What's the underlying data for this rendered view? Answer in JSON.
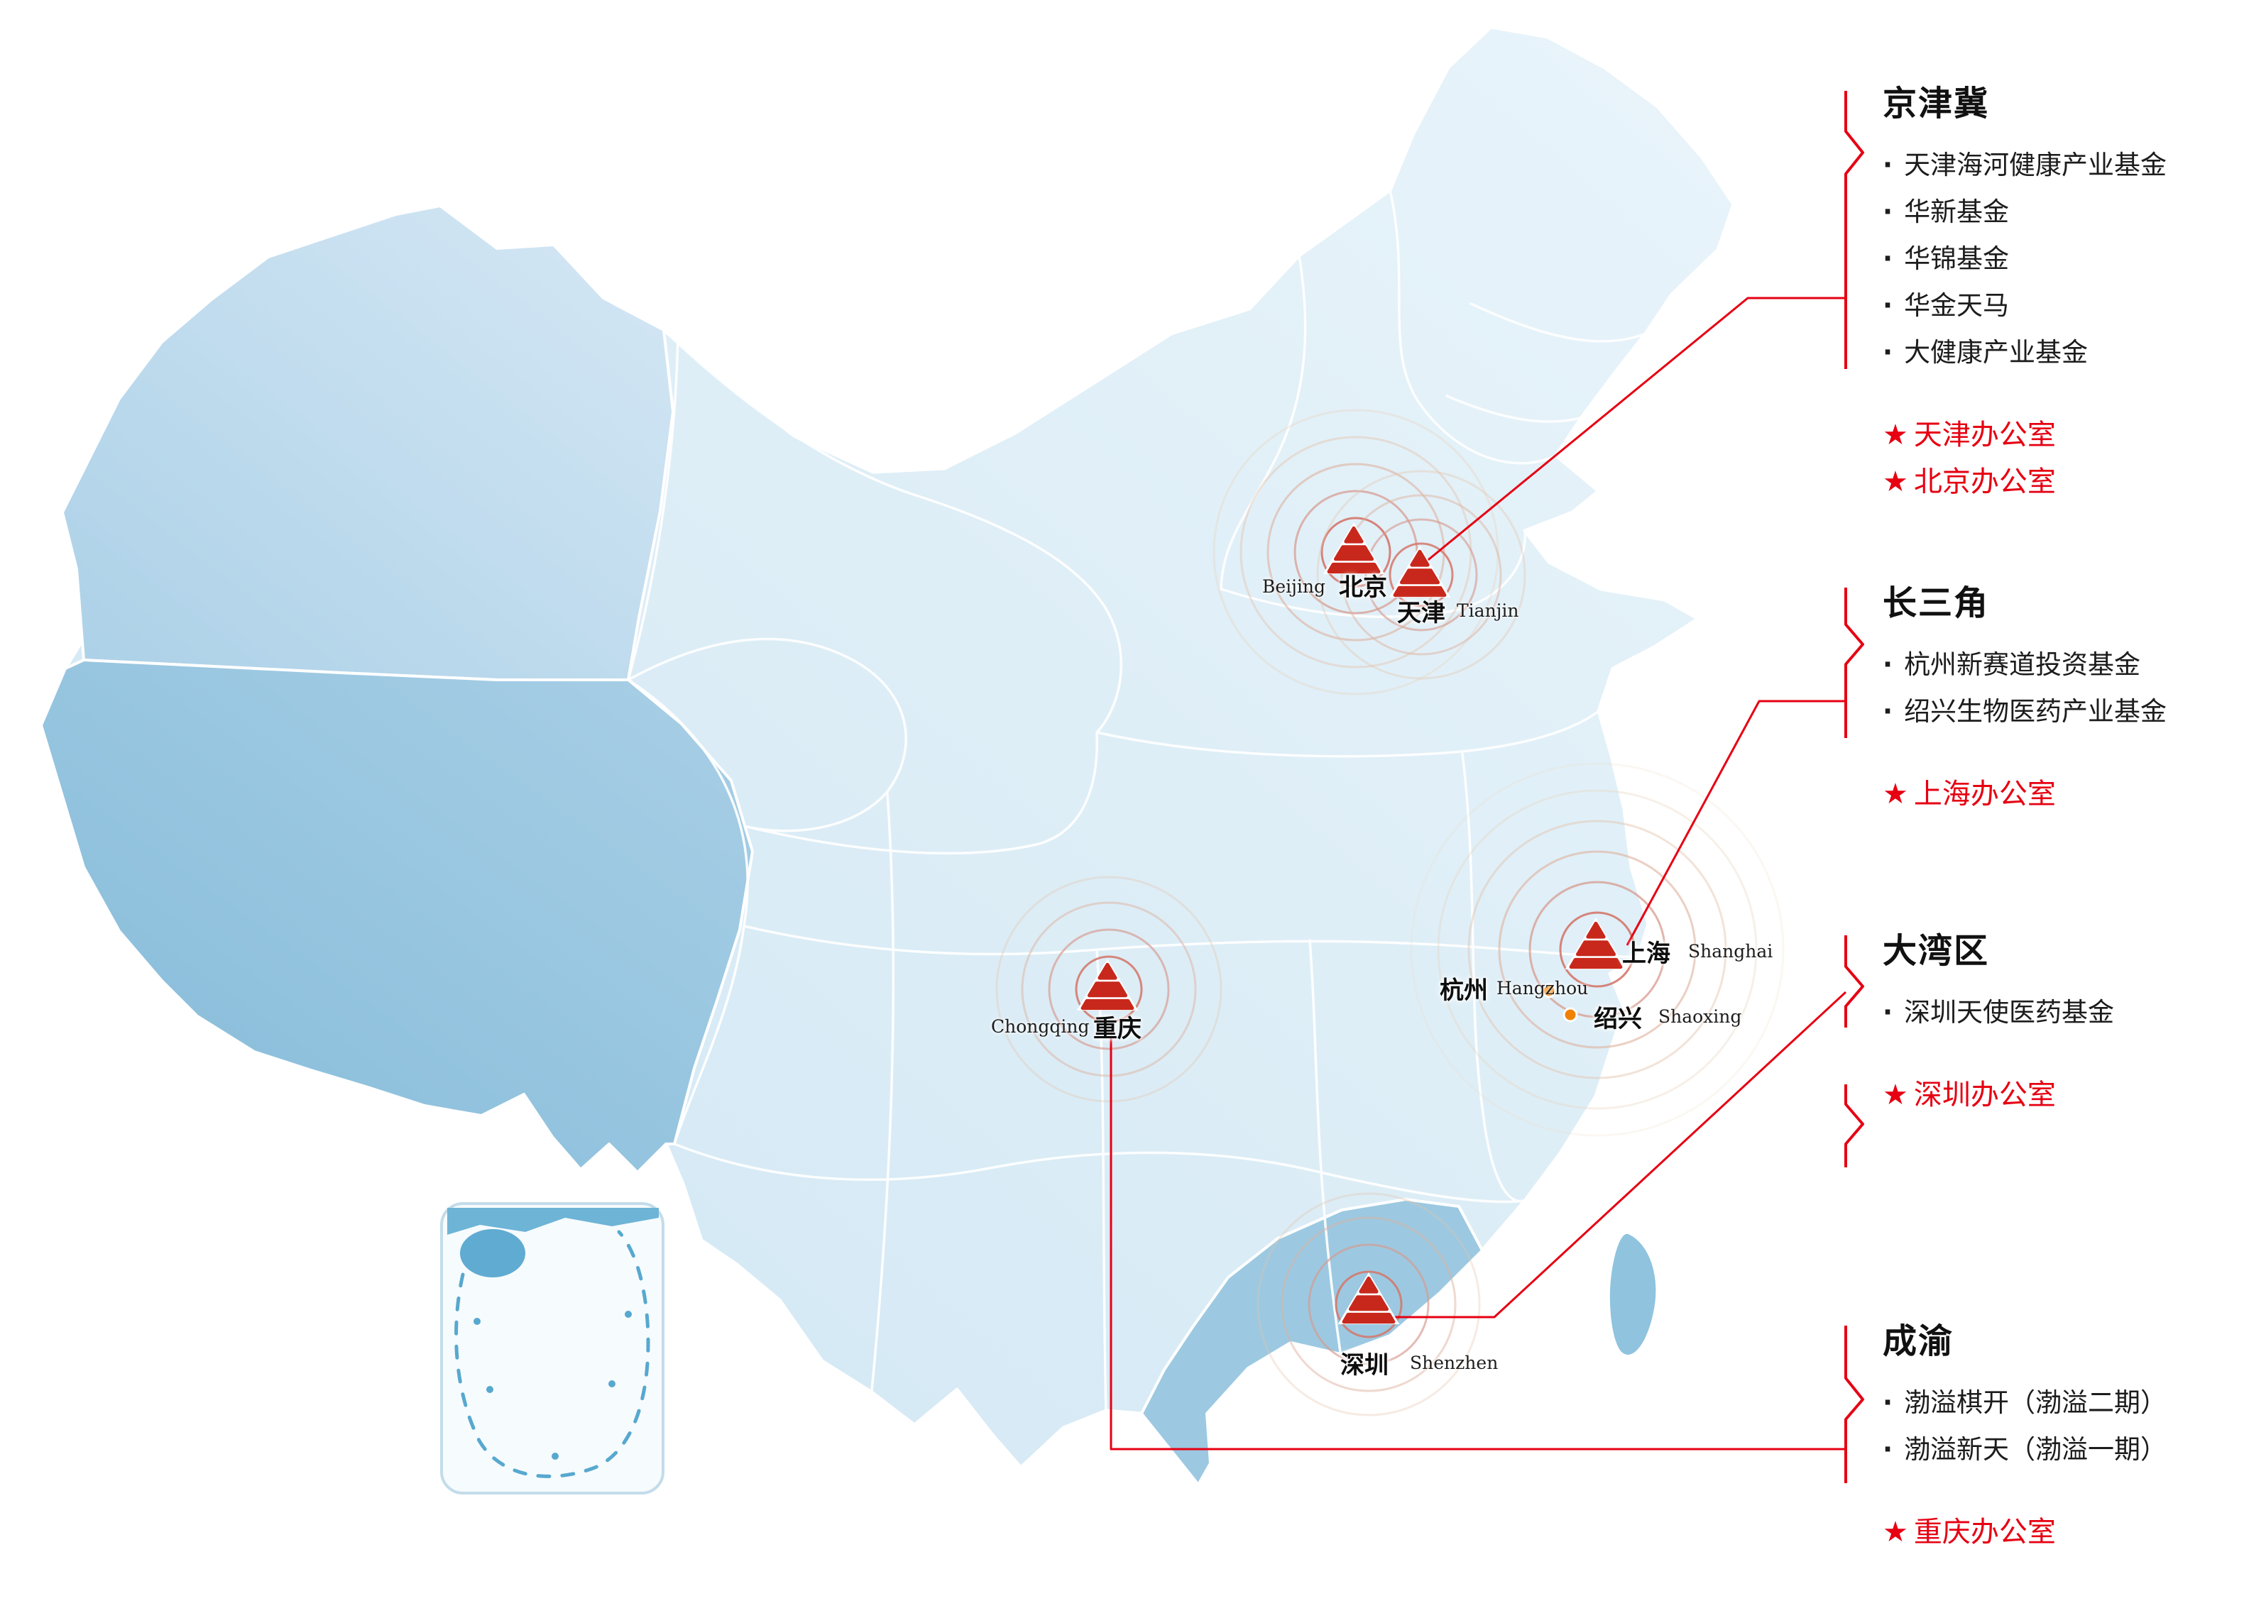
{
  "map": {
    "cities": [
      {
        "zh": "北京",
        "en": "Beijing"
      },
      {
        "zh": "天津",
        "en": "Tianjin"
      },
      {
        "zh": "上海",
        "en": "Shanghai"
      },
      {
        "zh": "杭州",
        "en": "Hangzhou"
      },
      {
        "zh": "绍兴",
        "en": "Shaoxing"
      },
      {
        "zh": "重庆",
        "en": "Chongqing"
      },
      {
        "zh": "深圳",
        "en": "Shenzhen"
      }
    ]
  },
  "regions": [
    {
      "title": "京津冀",
      "funds": [
        "天津海河健康产业基金",
        "华新基金",
        "华锦基金",
        "华金天马",
        "大健康产业基金"
      ],
      "offices": [
        "天津办公室",
        "北京办公室"
      ]
    },
    {
      "title": "长三角",
      "funds": [
        "杭州新赛道投资基金",
        "绍兴生物医药产业基金"
      ],
      "offices": [
        "上海办公室"
      ]
    },
    {
      "title": "大湾区",
      "funds": [
        "深圳天使医药基金"
      ],
      "offices": [
        "深圳办公室"
      ]
    },
    {
      "title": "成渝",
      "funds": [
        "渤溢棋开（渤溢二期）",
        "渤溢新天（渤溢一期）"
      ],
      "offices": [
        "重庆办公室"
      ]
    }
  ],
  "symbols": {
    "bullet": "·",
    "star": "★"
  },
  "colors": {
    "accent_red": "#e60012",
    "marker_red": "#c8281c",
    "dot_orange": "#ef8200",
    "map_light": "#d9ebf6",
    "map_medium": "#bcd9ec",
    "map_dark": "#8ec2dd"
  }
}
